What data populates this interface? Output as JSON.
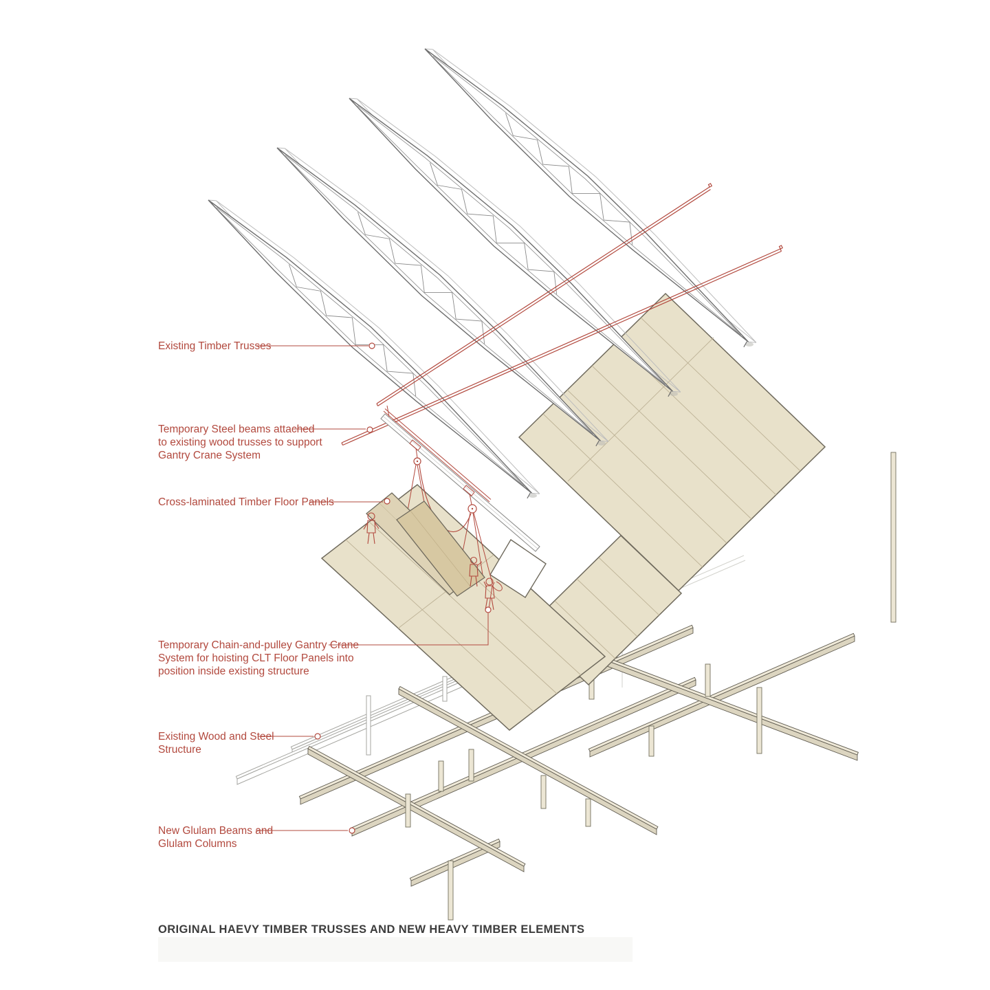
{
  "diagram": {
    "title_hidden": false,
    "labels": [
      {
        "id": "existing-timber-trusses",
        "lines": [
          "Existing Timber Trusses"
        ]
      },
      {
        "id": "temporary-steel-beams",
        "lines": [
          "Temporary Steel beams attached",
          "to existing wood trusses to support",
          "Gantry Crane System"
        ]
      },
      {
        "id": "clt-floor-panels",
        "lines": [
          "Cross-laminated Timber Floor Panels"
        ]
      },
      {
        "id": "gantry-crane-system",
        "lines": [
          "Temporary Chain-and-pulley Gantry Crane",
          "System for hoisting CLT Floor Panels into",
          "position inside existing structure"
        ]
      },
      {
        "id": "existing-wood-steel-structure",
        "lines": [
          "Existing Wood and Steel",
          "Structure"
        ]
      },
      {
        "id": "new-glulam",
        "lines": [
          "New Glulam Beams and",
          "Glulam Columns"
        ]
      }
    ],
    "caption": "ORIGINAL HAEVY TIMBER TRUSSES AND NEW HEAVY TIMBER ELEMENTS",
    "colors": {
      "annotation_red": "#b2493e",
      "clt_panel_beige": "#e8e1ca",
      "hoisted_panel_tan": "#d7c8a2",
      "glulam_cream": "#efe9d8",
      "truss_outline_gray": "#6e6e6e",
      "caption_gray": "#3c3c3c",
      "background": "#ffffff"
    },
    "elements": [
      "existing-timber-truss",
      "temporary-steel-beam",
      "clt-floor-plate",
      "gantry-crane-bridge",
      "chain-pulley-hoist",
      "worker-figure",
      "glulam-beam",
      "glulam-column",
      "existing-wood-steel-beam"
    ]
  }
}
